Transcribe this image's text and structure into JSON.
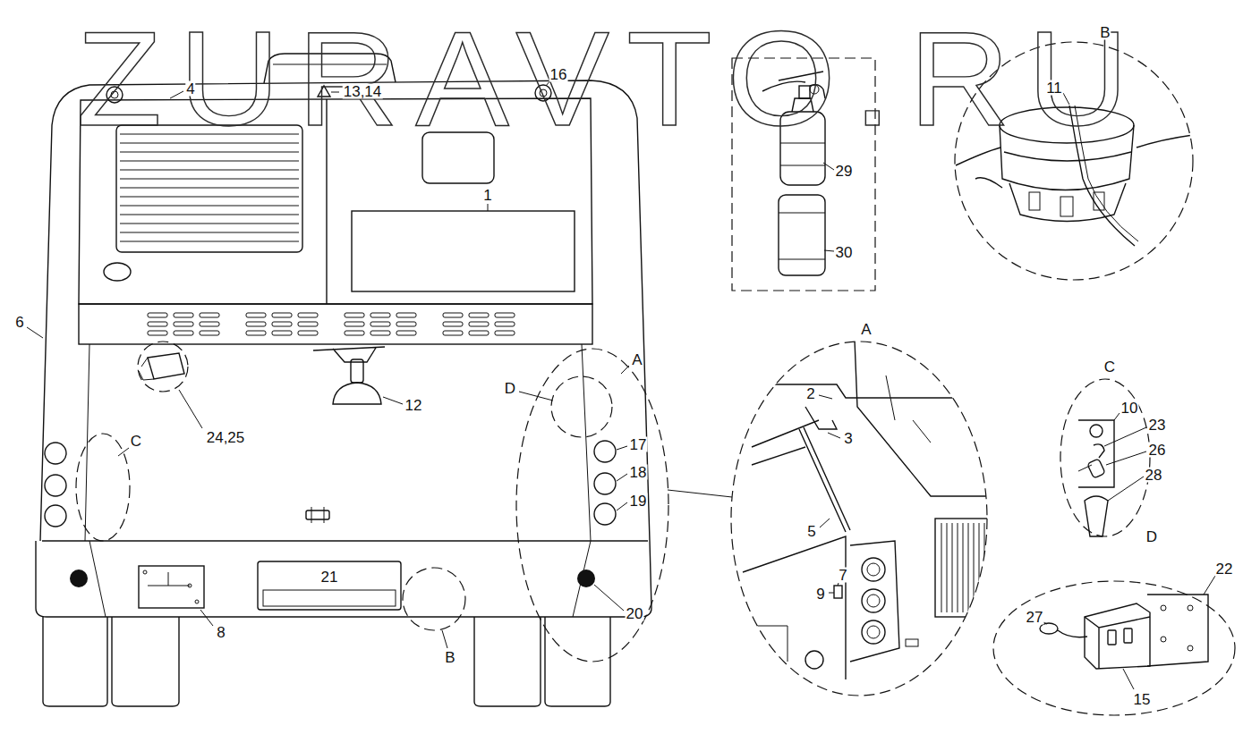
{
  "diagram": {
    "labels": [
      "ZURAVTO.RU",
      "4",
      "13,14",
      "16",
      "B",
      "11",
      "29",
      "30",
      "1",
      "6",
      "A",
      "A",
      "D",
      "12",
      "24,25",
      "C",
      "17",
      "18",
      "19",
      "C",
      "10",
      "23",
      "26",
      "28",
      "2",
      "3",
      "5",
      "7",
      "9",
      "20",
      "21",
      "8",
      "B",
      "D",
      "22",
      "27",
      "15"
    ]
  }
}
